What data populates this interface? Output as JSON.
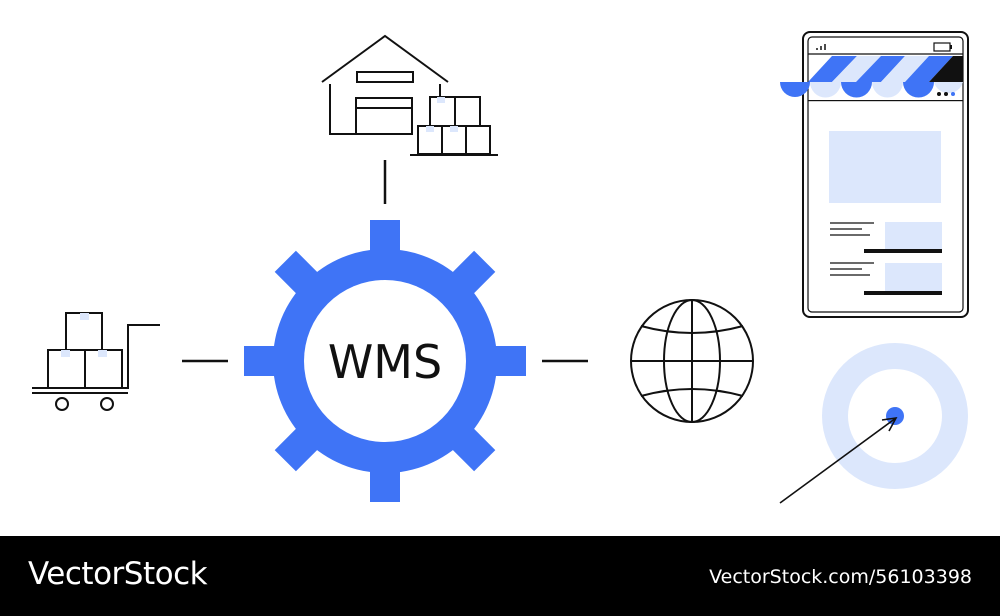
{
  "center": {
    "label": "WMS"
  },
  "footer": {
    "brand": "VectorStock",
    "credit": "VectorStock.com/56103398"
  },
  "colors": {
    "accent": "#3F74F6",
    "accent_light": "#DCE7FC",
    "ink": "#111111",
    "footer_bg": "#000000"
  },
  "icons": [
    "warehouse-icon",
    "hand-truck-icon",
    "gear-icon",
    "globe-icon",
    "mobile-store-icon",
    "target-icon",
    "arrow-icon"
  ]
}
